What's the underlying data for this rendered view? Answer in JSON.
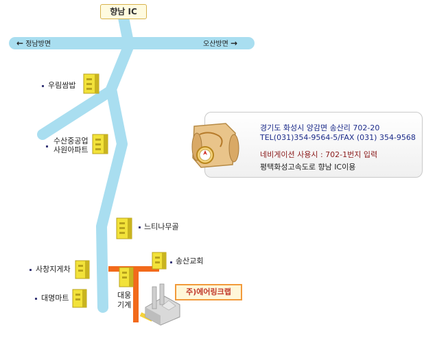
{
  "ic_label": "향남 IC",
  "left_direction": "정남방면",
  "right_direction": "오산방면",
  "landmarks": {
    "woorim": "우림쌈밥",
    "susan_line1": "수산중공업",
    "susan_line2": "사원아파트",
    "neutinamu": "느티나무골",
    "songsan_church": "송산교회",
    "sachang": "사창지게차",
    "daemyung": "대명마트",
    "daewoong_line1": "대웅",
    "daewoong_line2": "기계"
  },
  "company_label": "주)에어링크랩",
  "info": {
    "address": "경기도 화성시 양감면 송산리 702-20",
    "tel_fax": "TEL(031)354-9564-5/FAX (031) 354-9568",
    "navigation": "네비게이션 사용시 : 702-1번지 입력",
    "route": "평택화성고속도로 향남 IC이용"
  },
  "colors": {
    "road": "#a9def0",
    "company_road": "#f26a1b",
    "building": "#f2e23a"
  }
}
